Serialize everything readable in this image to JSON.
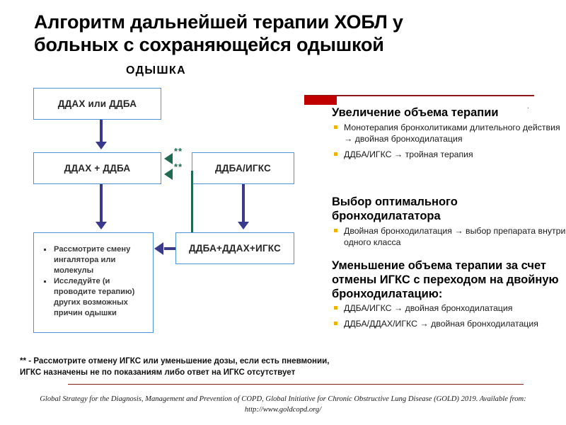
{
  "title": {
    "line1": "Алгоритм дальнейшей терапии ХОБЛ у",
    "line2": "больных с сохраняющейся одышкой"
  },
  "flowchart": {
    "header": "ОДЫШКА",
    "boxes": {
      "mono": "ДДАХ или ДДБА",
      "dual": "ДДАХ + ДДБА",
      "laba_ics": "ДДБА/ИГКС",
      "triple": "ДДБА+ДДАХ+ИГКС"
    },
    "other_causes": [
      "Рассмотрите смену ингалятора или молекулы",
      "Исследуйте (и проводите терапию) других возможных причин одышки"
    ],
    "footnote_marker": "**"
  },
  "right_panel": {
    "blocks": [
      {
        "heading": "Увеличение объема терапии",
        "bullets": [
          "Монотерапия бронхолитиками длительного действия → двойная бронходилатация",
          "ДДБА/ИГКС → тройная терапия"
        ]
      },
      {
        "heading": "Выбор оптимального бронходилататора",
        "bullets": [
          "Двойная бронходилатация → выбор препарата внутри одного класса"
        ]
      },
      {
        "heading": "Уменьшение объема терапии за счет отмены ИГКС с переходом на двойную бронходилатацию:",
        "bullets": [
          "ДДБА/ИГКС → двойная бронходилатация",
          "ДДБА/ДДАХ/ИГКС → двойная бронходилатация"
        ]
      }
    ],
    "trailing_dot": "."
  },
  "footnote": "** - Рассмотрите отмену ИГКС или уменьшение дозы, если есть пневмонии, ИГКС назначены не по показаниям либо ответ на ИГКС отсутствует",
  "citation": "Global Strategy for the Diagnosis, Management and Prevention of COPD, Global Initiative for Chronic Obstructive Lung Disease (GOLD) 2019. Available from: http://www.goldcopd.org/",
  "colors": {
    "box_border": "#4D93D9",
    "navy_arrow": "#3A3A8C",
    "green_arrow": "#1E6B4F",
    "accent_red": "#C00000",
    "rule_red": "#8B1A1A",
    "bullet_orange": "#F0B400"
  }
}
